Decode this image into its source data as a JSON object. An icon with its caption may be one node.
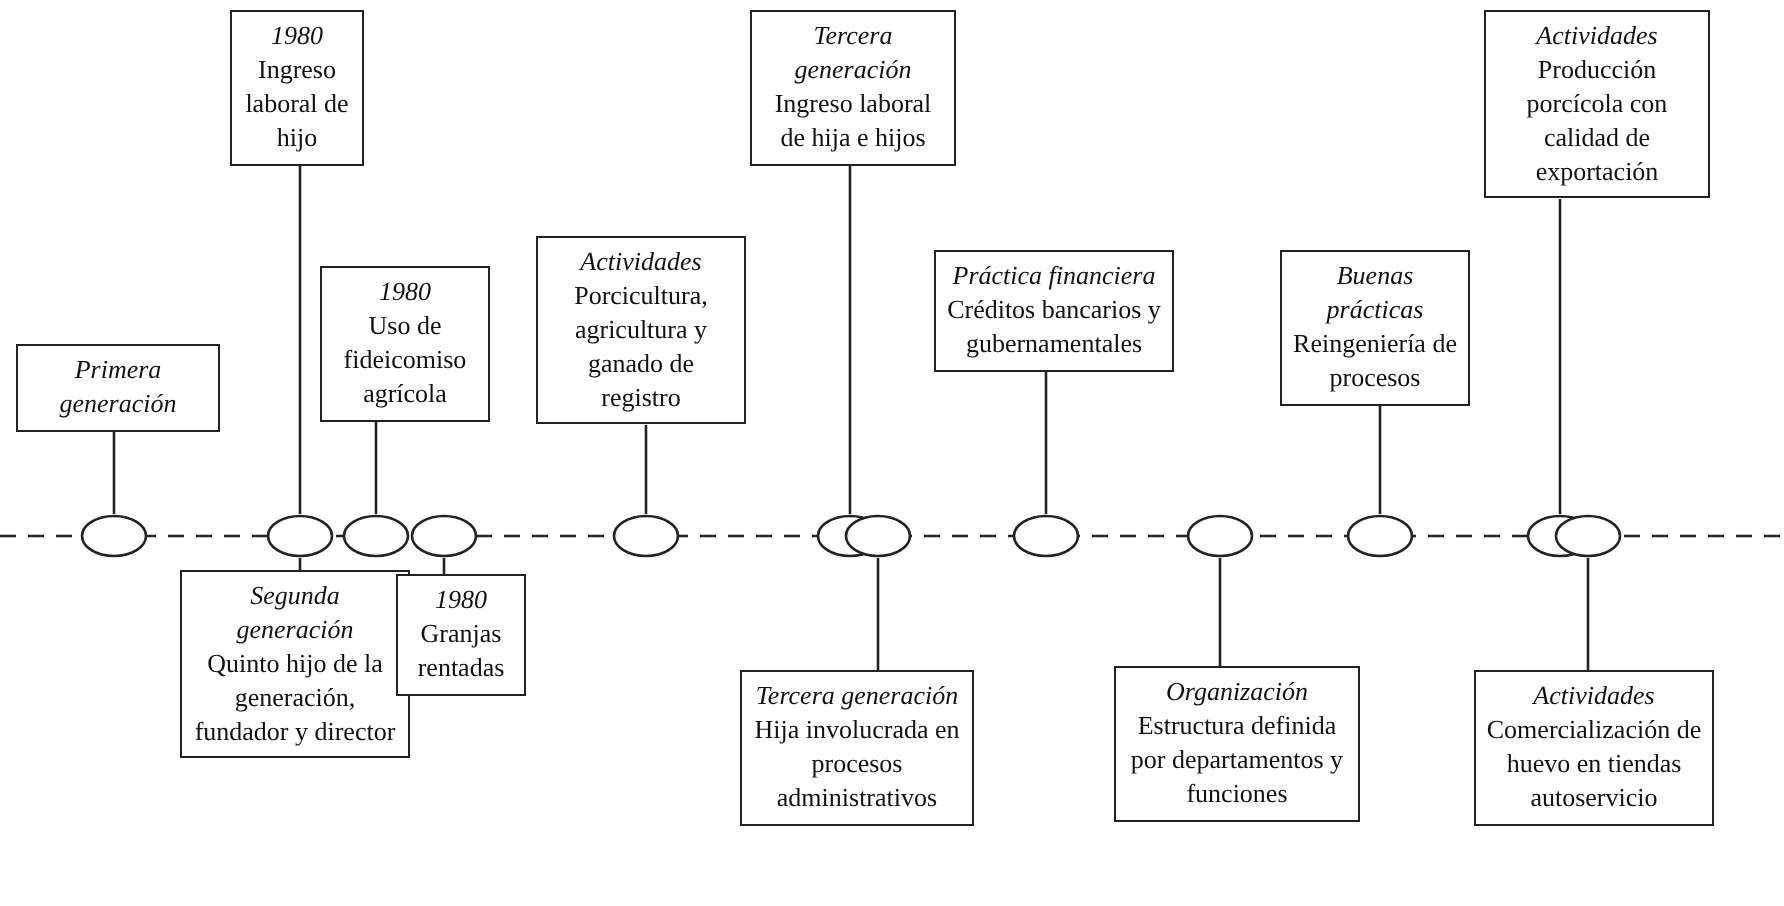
{
  "diagram": {
    "nodes": [
      {
        "text": [
          "Primera generación"
        ]
      },
      {
        "text": [
          "1980",
          "Ingreso laboral de hijo"
        ]
      },
      {
        "text": [
          "1980",
          "Uso de fideicomiso agrícola"
        ]
      },
      {
        "text": [
          "Actividades",
          "Porcicultura, agricultura y ganado de registro"
        ]
      },
      {
        "text": [
          "Tercera generación",
          "Ingreso laboral de hija e hijos"
        ]
      },
      {
        "text": [
          "Práctica financiera",
          "Créditos bancarios y gubernamentales"
        ]
      },
      {
        "text": [
          "Buenas prácticas",
          "Reingeniería de procesos"
        ]
      },
      {
        "text": [
          "Actividades",
          "Producción porcícola con calidad de exportación"
        ]
      },
      {
        "text": [
          "Segunda generación",
          "Quinto hijo de la generación, fundador y director"
        ]
      },
      {
        "text": [
          "1980",
          "Granjas rentadas"
        ]
      },
      {
        "text": [
          "Tercera generación",
          "Hija involucrada en procesos administrativos"
        ]
      },
      {
        "text": [
          "Organización",
          "Estructura definida por departamentos y funciones"
        ]
      },
      {
        "text": [
          "Actividades",
          "Comercialización de huevo en tiendas autoservicio"
        ]
      },
      {
        "text": [],
        "shape": "ellipse"
      },
      {
        "text": [],
        "shape": "ellipse"
      },
      {
        "text": [],
        "shape": "ellipse"
      },
      {
        "text": [],
        "shape": "ellipse"
      },
      {
        "text": [],
        "shape": "ellipse"
      },
      {
        "text": [],
        "shape": "ellipse"
      },
      {
        "text": [],
        "shape": "ellipse"
      },
      {
        "text": [],
        "shape": "ellipse"
      },
      {
        "text": [],
        "shape": "ellipse"
      },
      {
        "text": [],
        "shape": "ellipse"
      },
      {
        "text": [],
        "shape": "ellipse"
      },
      {
        "text": [],
        "shape": "ellipse"
      }
    ],
    "edges": [
      {
        "from": 0,
        "to": 13,
        "arrow": "none"
      },
      {
        "from": 1,
        "to": 14,
        "arrow": "none"
      },
      {
        "from": 8,
        "to": 14,
        "arrow": "none"
      },
      {
        "from": 2,
        "to": 15,
        "arrow": "none"
      },
      {
        "from": 9,
        "to": 16,
        "arrow": "none"
      },
      {
        "from": 3,
        "to": 17,
        "arrow": "none"
      },
      {
        "from": 4,
        "to": 18,
        "arrow": "none"
      },
      {
        "from": 10,
        "to": 19,
        "arrow": "none"
      },
      {
        "from": 5,
        "to": 20,
        "arrow": "none"
      },
      {
        "from": 11,
        "to": 21,
        "arrow": "none"
      },
      {
        "from": 6,
        "to": 22,
        "arrow": "none"
      },
      {
        "from": 7,
        "to": 23,
        "arrow": "none"
      },
      {
        "from": 12,
        "to": 24,
        "arrow": "none"
      }
    ]
  }
}
